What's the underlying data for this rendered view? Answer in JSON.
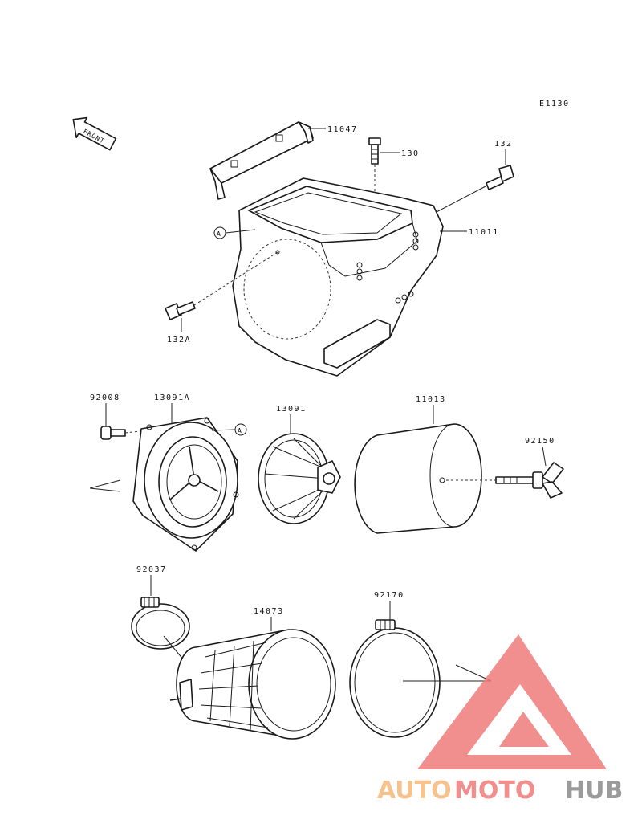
{
  "diagram": {
    "ref_code": "E1130",
    "front_marker": "FRONT",
    "callout_a": "A",
    "parts": [
      {
        "id": "11047"
      },
      {
        "id": "130"
      },
      {
        "id": "132"
      },
      {
        "id": "11011"
      },
      {
        "id": "132A"
      },
      {
        "id": "92008"
      },
      {
        "id": "13091A"
      },
      {
        "id": "13091"
      },
      {
        "id": "11013"
      },
      {
        "id": "92150"
      },
      {
        "id": "92037"
      },
      {
        "id": "14073"
      },
      {
        "id": "92170"
      }
    ]
  },
  "watermark": {
    "text_a": "AUTO",
    "text_b": "MOTO",
    "text_c": "HUB",
    "colors": {
      "orange": "#f5b87a",
      "red": "#ef7c7c",
      "gray": "#8a8a8a"
    }
  }
}
